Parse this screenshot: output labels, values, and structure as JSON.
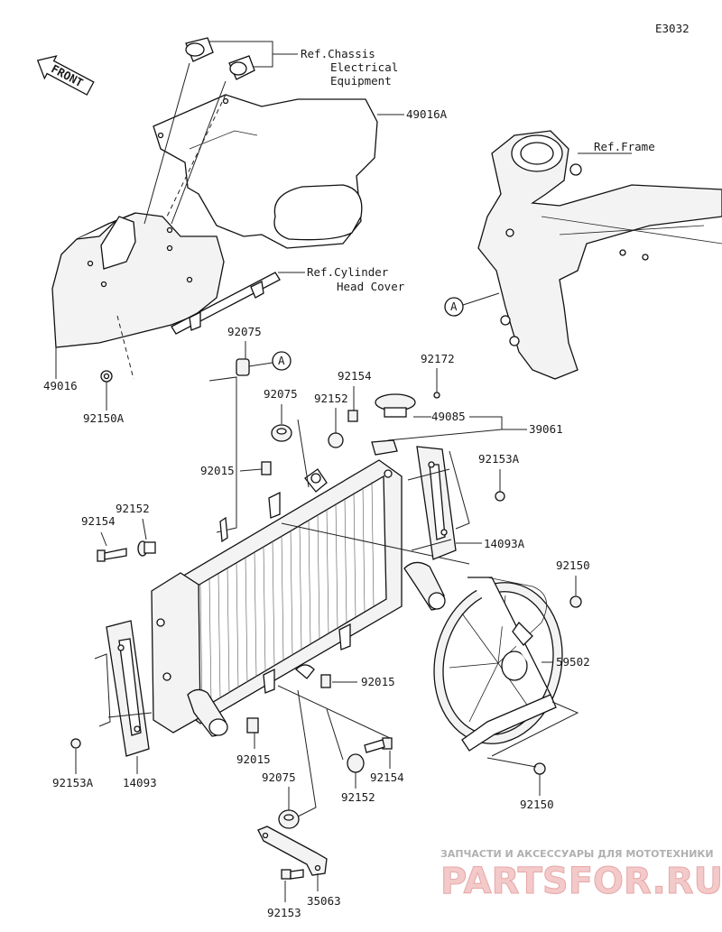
{
  "diagram_code": "E3032",
  "front_label": "FRONT",
  "refs": {
    "chassis": [
      "Ref.Chassis",
      "Electrical",
      "Equipment"
    ],
    "frame": "Ref.Frame",
    "cylinder_head": [
      "Ref.Cylinder",
      "Head Cover"
    ],
    "circle_marker": "A"
  },
  "parts": {
    "p49016A": "49016A",
    "p49016": "49016",
    "p92150A": "92150A",
    "p92075_top": "92075",
    "p92075_mid": "92075",
    "p92075_bottom": "92075",
    "p92015_top": "92015",
    "p92015_right": "92015",
    "p92015_bottom": "92015",
    "p92154_top": "92154",
    "p92154_left": "92154",
    "p92154_bottom": "92154",
    "p92152_top": "92152",
    "p92152_left": "92152",
    "p92152_bottom": "92152",
    "p92172": "92172",
    "p49085": "49085",
    "p39061": "39061",
    "p92153A_right": "92153A",
    "p92153A_left": "92153A",
    "p14093A": "14093A",
    "p14093": "14093",
    "p92150_top": "92150",
    "p92150_bottom": "92150",
    "p59502": "59502",
    "p92153": "92153",
    "p35063": "35063"
  },
  "watermark": {
    "tagline": "ЗАПЧАСТИ И АКСЕССУАРЫ ДЛЯ МОТОТЕХНИКИ",
    "brand": "PARTSFOR.RU"
  }
}
